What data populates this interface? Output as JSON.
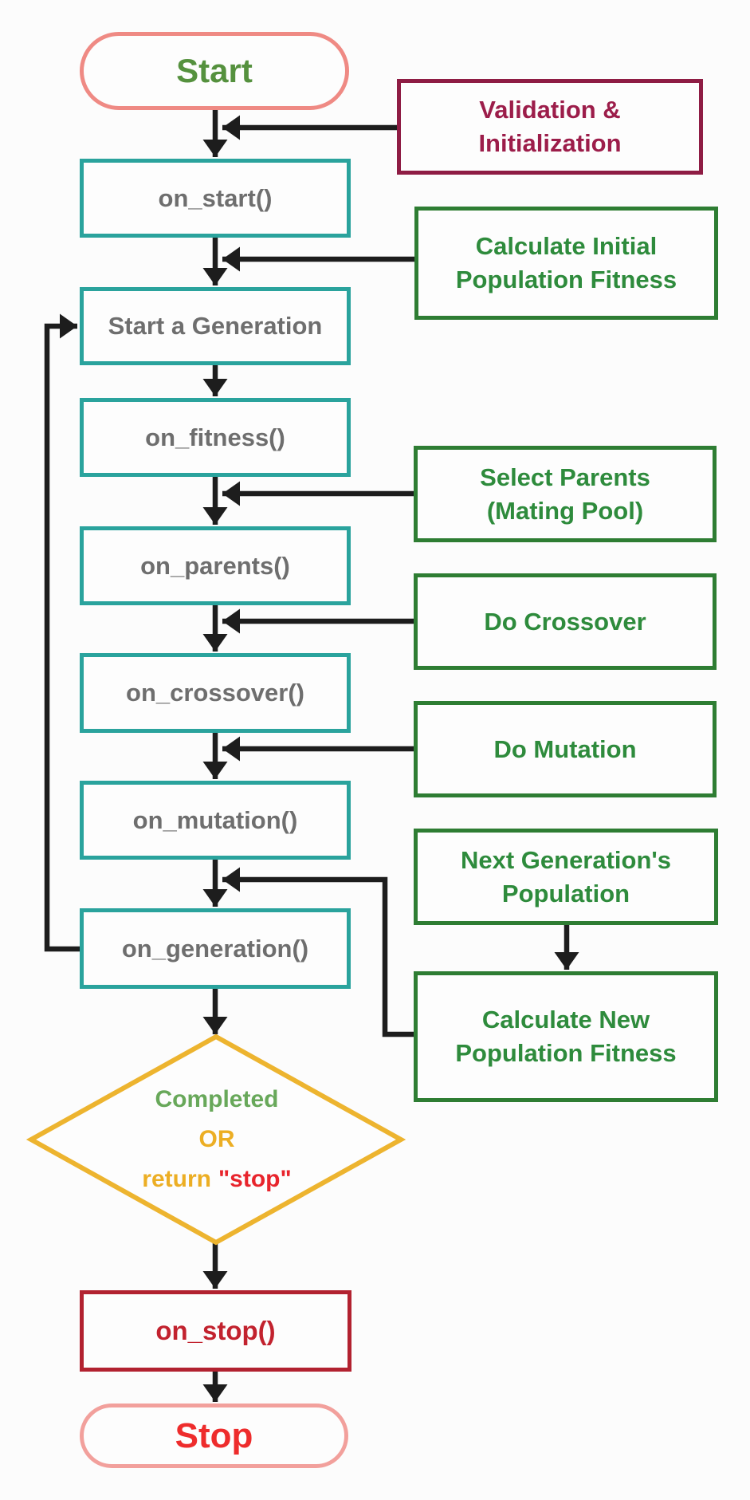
{
  "main_flow": {
    "start_label": "Start",
    "on_start_label": "on_start()",
    "start_generation_label": "Start a Generation",
    "on_fitness_label": "on_fitness()",
    "on_parents_label": "on_parents()",
    "on_crossover_label": "on_crossover()",
    "on_mutation_label": "on_mutation()",
    "on_generation_label": "on_generation()",
    "on_stop_label": "on_stop()",
    "stop_label": "Stop"
  },
  "decision": {
    "completed_label": "Completed",
    "or_label": "OR",
    "return_label": "return",
    "stop_value": "\"stop\""
  },
  "callouts": {
    "validation_label": "Validation &\nInitialization",
    "initial_fitness_label": "Calculate Initial\nPopulation Fitness",
    "select_parents_label": "Select Parents\n(Mating Pool)",
    "crossover_label": "Do Crossover",
    "mutation_label": "Do Mutation",
    "next_generation_label": "Next Generation's\nPopulation",
    "new_fitness_label": "Calculate New\nPopulation Fitness"
  },
  "colors": {
    "bg": "#fcfcfc",
    "ink": "#1d1d1d",
    "teal": "#2aa39d",
    "hook_text": "#6e6e6e",
    "green_border": "#2e7d33",
    "green_text": "#2e8b3c",
    "maroon_border": "#8e1c44",
    "maroon_text": "#9c1d4a",
    "salmon": "#ef8a84",
    "salmon_light": "#f2a09c",
    "start_green": "#55913e",
    "stop_red": "#ee2c2c",
    "dark_red_border": "#b22230",
    "dark_red_text": "#c2222e",
    "amber": "#ecae24",
    "amber_border": "#edb42f",
    "completed_green": "#68a85a",
    "quote_red": "#e8242c",
    "box_fill": "#fdfdfd"
  }
}
